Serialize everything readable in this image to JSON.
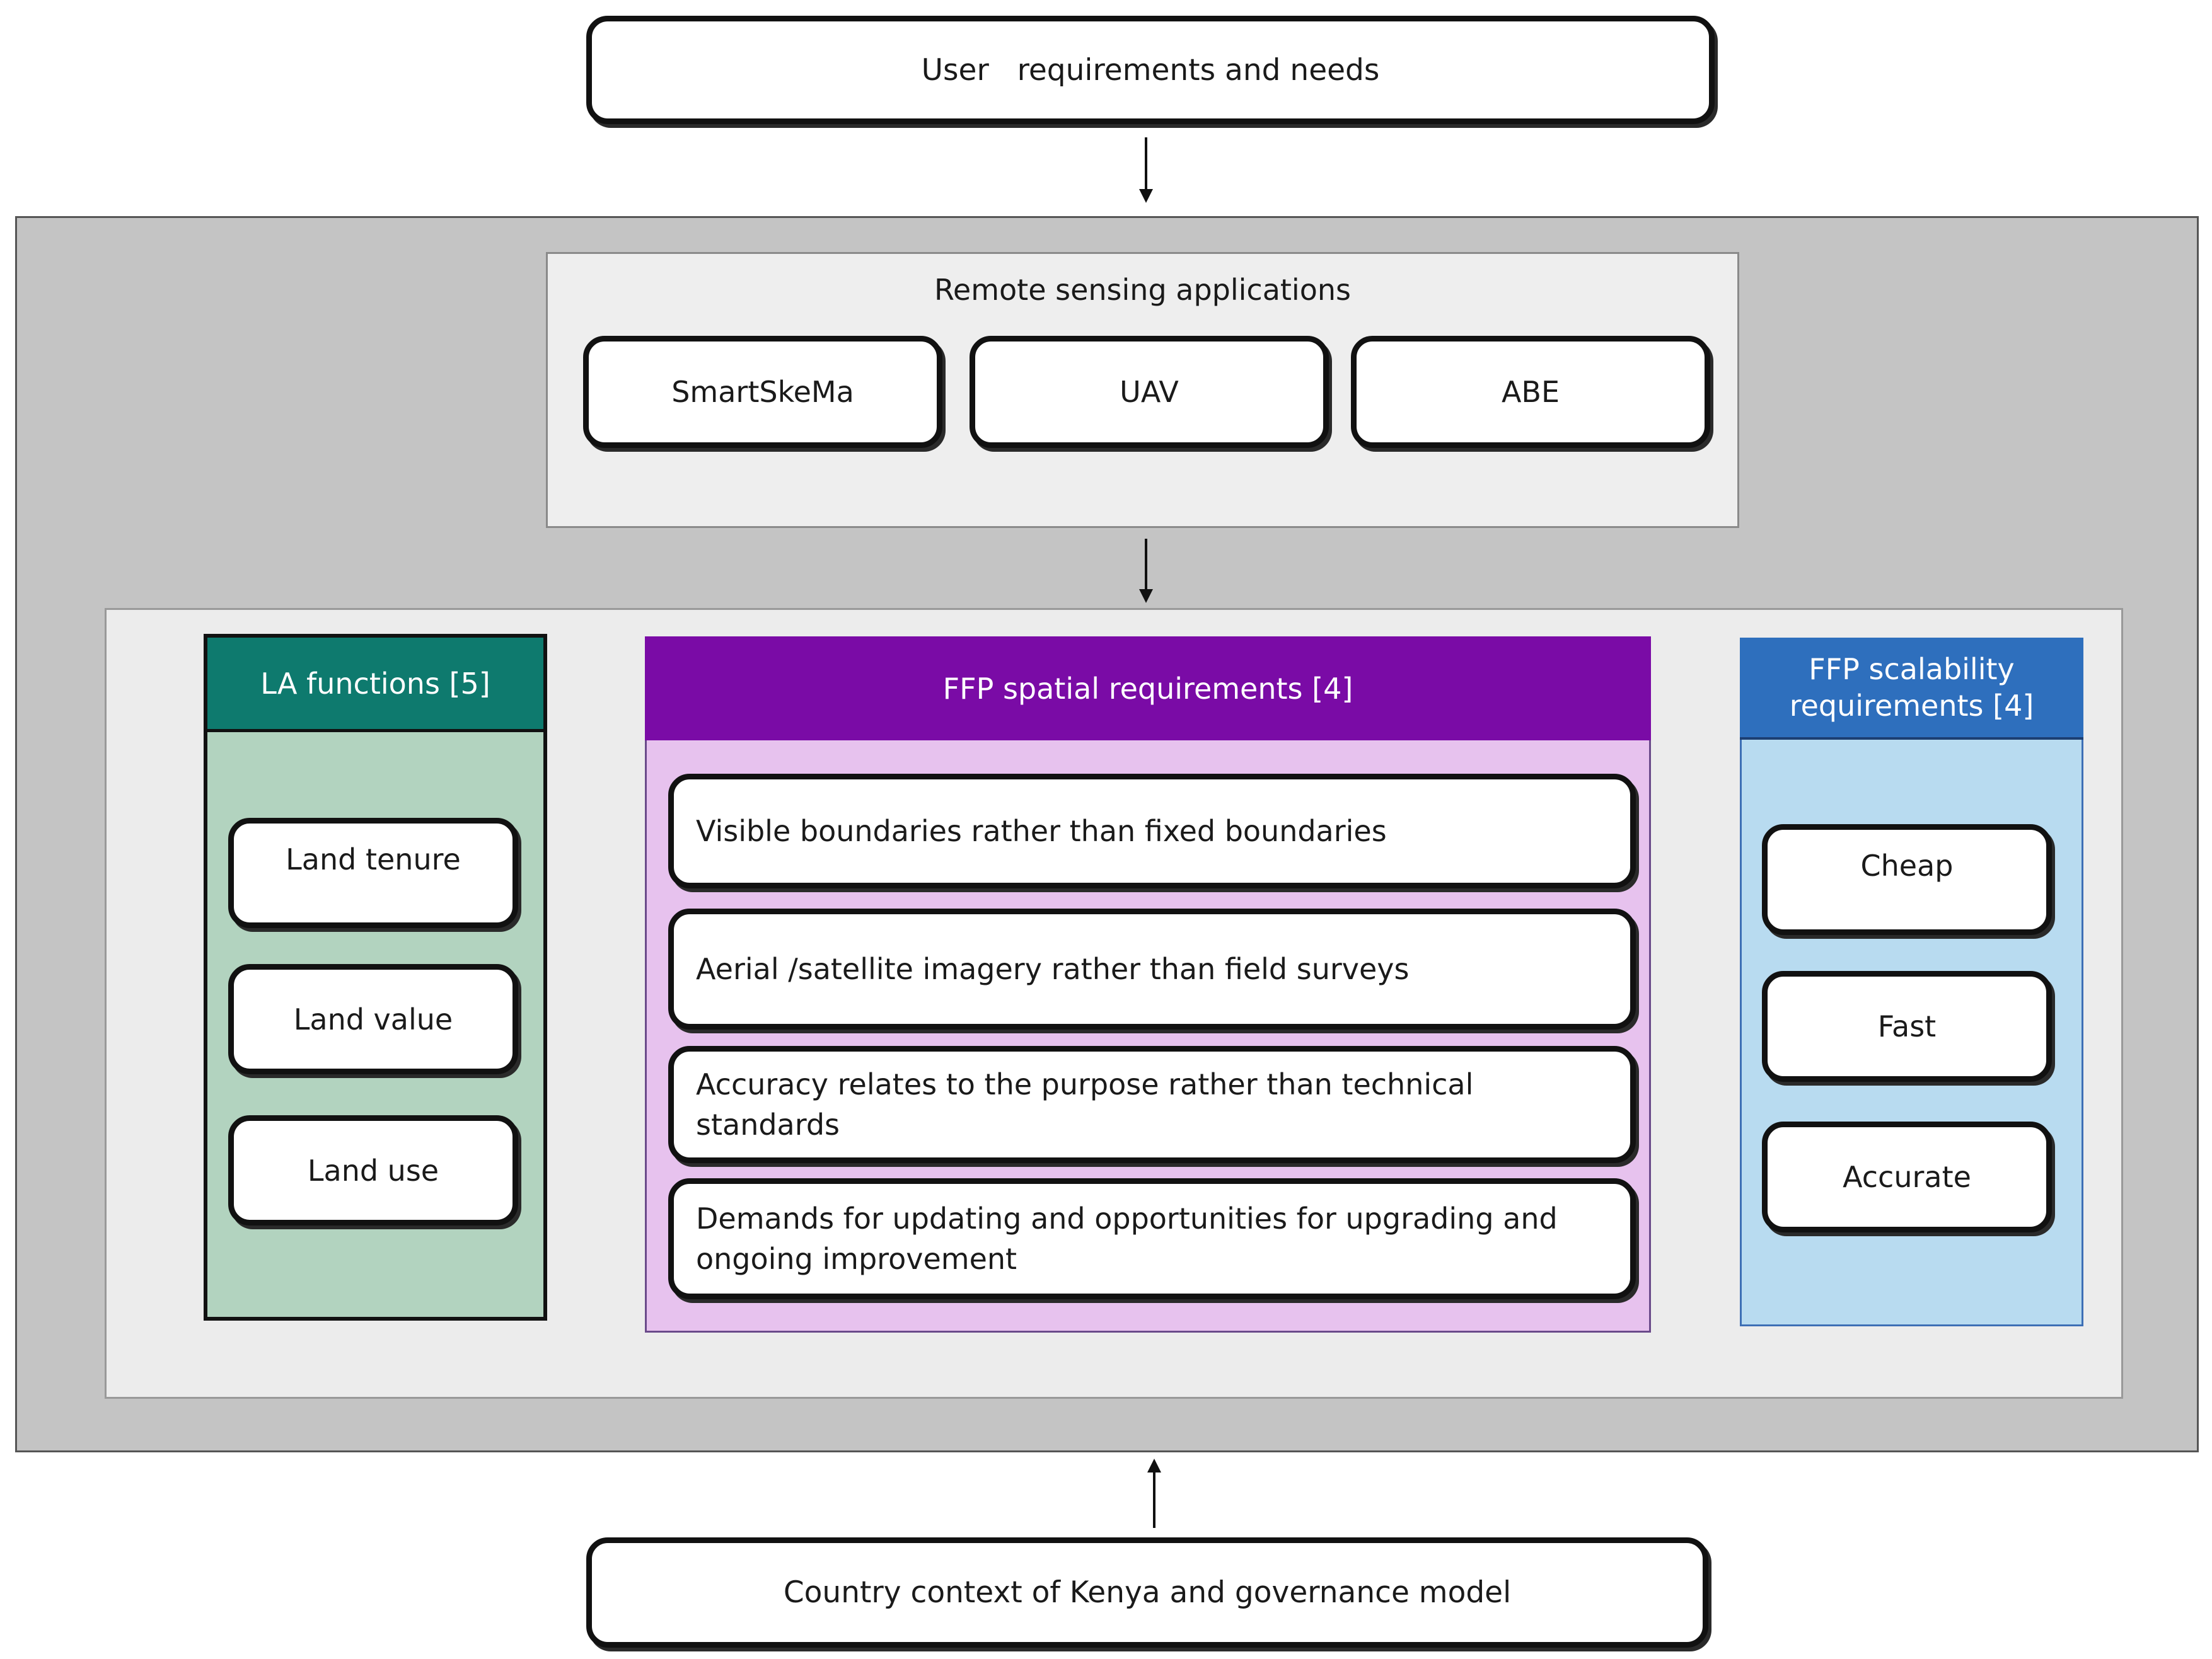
{
  "top_box": {
    "label": "User   requirements and needs"
  },
  "bottom_box": {
    "label": "Country context of Kenya and governance model"
  },
  "remote_sensing": {
    "title": "Remote sensing applications",
    "items": [
      "SmartSkeMa",
      "UAV",
      "ABE"
    ]
  },
  "la_functions": {
    "title": "LA functions [5]",
    "items": [
      "Land tenure",
      "Land value",
      "Land use"
    ]
  },
  "ffp_spatial": {
    "title": "FFP spatial requirements [4]",
    "items": [
      "Visible boundaries rather than fixed boundaries",
      "Aerial /satellite imagery rather than field surveys",
      "Accuracy relates to the purpose rather than technical standards",
      "Demands for updating and opportunities for upgrading and ongoing improvement"
    ]
  },
  "ffp_scalability": {
    "title_line1": "FFP scalability",
    "title_line2": "requirements [4]",
    "items": [
      "Cheap",
      "Fast",
      "Accurate"
    ]
  },
  "colors": {
    "outer_panel": "#c4c4c4",
    "la_header": "#0e7a6e",
    "la_body": "#b2d3bf",
    "spatial_header": "#7a0ba6",
    "spatial_body": "#e7c2ee",
    "scalability_header": "#2e6fbd",
    "scalability_body": "#b8dbf0"
  }
}
